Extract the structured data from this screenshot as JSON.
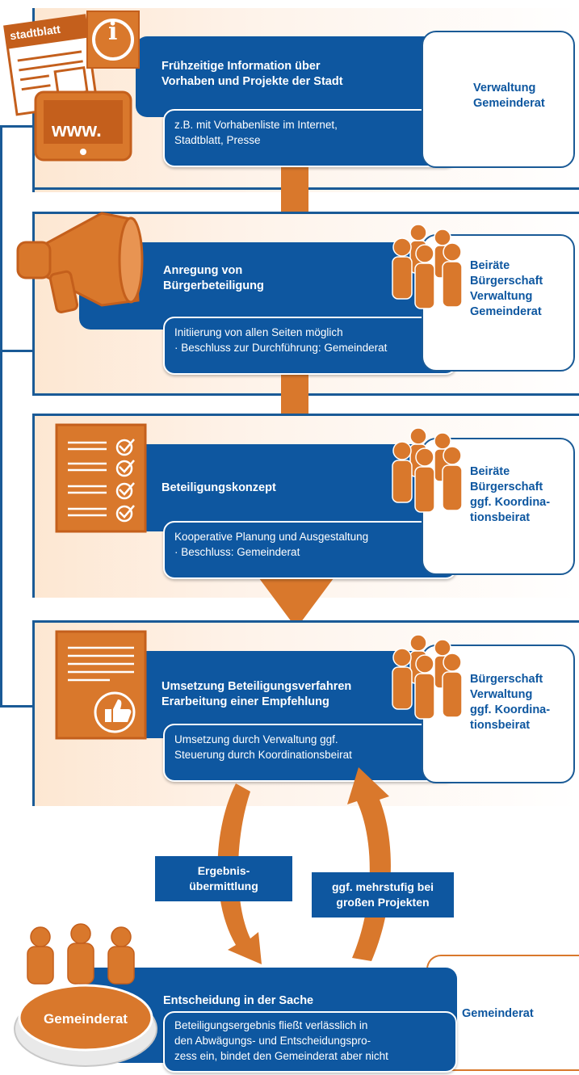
{
  "colors": {
    "blue": "#0e57a0",
    "orange": "#d9782c",
    "light_orange": "#fde7d2"
  },
  "steps": [
    {
      "title": "Frühzeitige Information über\nVorhaben und Projekte der Stadt",
      "detail": "z.B. mit Vorhabenliste im Internet,\nStadtblatt, Presse",
      "roles": "Verwaltung\nGemeinderat",
      "icon": "newspaper-info-web-icon",
      "icon_texts": {
        "newspaper": "stadtblatt",
        "web": "www.",
        "info": "i"
      }
    },
    {
      "title": "Anregung von\nBürgerbeteiligung",
      "detail": "Initiierung von allen Seiten möglich\n·  Beschluss zur Durchführung: Gemeinderat",
      "roles": "Beiräte\nBürgerschaft\nVerwaltung\nGemeinderat",
      "icon": "megaphone-icon"
    },
    {
      "title": "Beteiligungskonzept",
      "detail": "Kooperative Planung und Ausgestaltung\n· Beschluss: Gemeinderat",
      "roles": "Beiräte\nBürgerschaft\nggf. Koordina-\ntionsbeirat",
      "icon": "checklist-icon"
    },
    {
      "title": "Umsetzung Beteiligungsverfahren\nErarbeitung einer Empfehlung",
      "detail": "Umsetzung durch Verwaltung ggf.\nSteuerung durch Koordinationsbeirat",
      "roles": "Bürgerschaft\nVerwaltung\nggf. Koordina-\ntionsbeirat",
      "icon": "document-thumbs-up-icon"
    }
  ],
  "transfer_labels": {
    "result": "Ergebnis-\nübermittlung",
    "multistage": "ggf. mehrstufig bei\ngroßen Projekten"
  },
  "decision": {
    "badge": "Gemeinderat",
    "title": "Entscheidung in der Sache",
    "detail": "Beteiligungsergebnis fließt verlässlich in\nden Abwägungs- und Entscheidungspro-\nzess ein, bindet den Gemeinderat aber nicht",
    "roles": "Gemeinderat"
  }
}
